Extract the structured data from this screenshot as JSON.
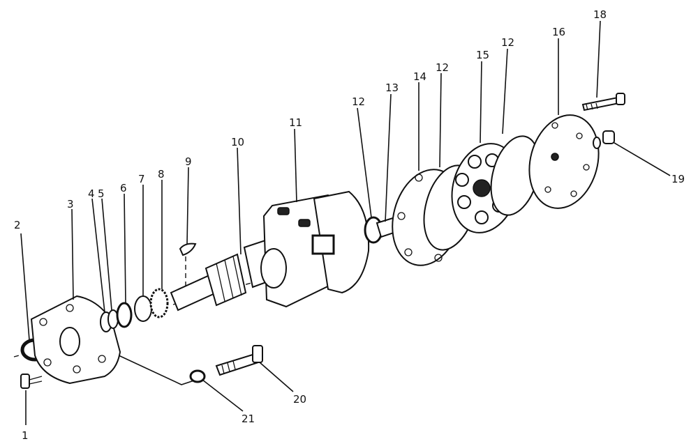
{
  "diagram": {
    "labels": {
      "p1": "1",
      "p2": "2",
      "p3": "3",
      "p4": "4",
      "p5": "5",
      "p6": "6",
      "p7": "7",
      "p8": "8",
      "p9": "9",
      "p10": "10",
      "p11": "11",
      "p12a": "12",
      "p12b": "12",
      "p12c": "12",
      "p13": "13",
      "p14": "14",
      "p15": "15",
      "p16": "16",
      "p18": "18",
      "p19": "19",
      "p20": "20",
      "p21": "21"
    }
  }
}
